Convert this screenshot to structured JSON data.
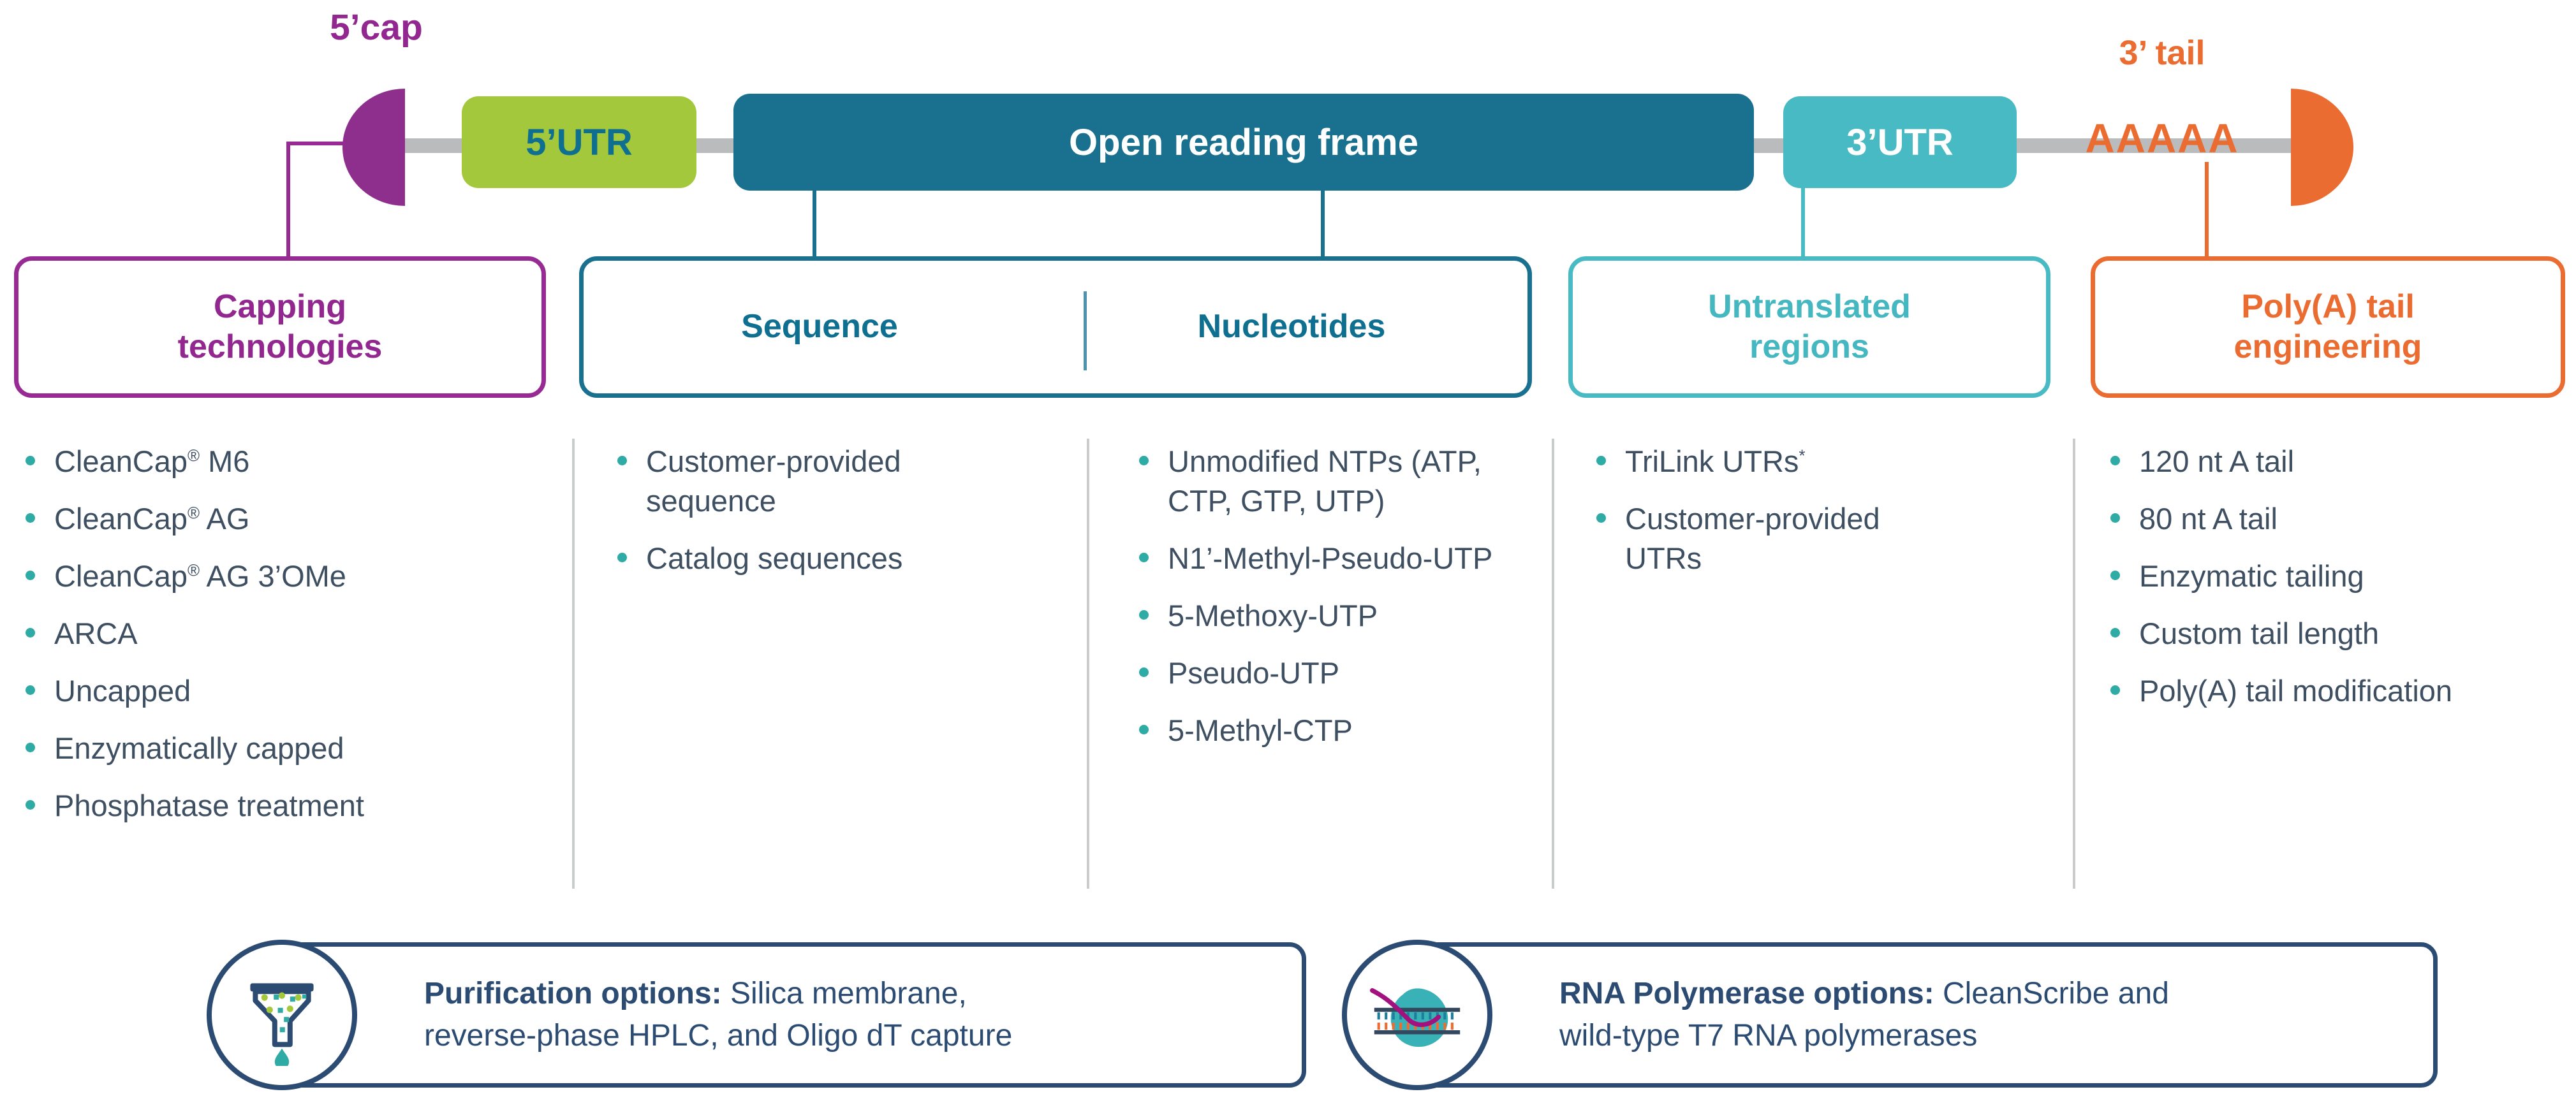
{
  "palette": {
    "purple": "#92278F",
    "green": "#A4C83C",
    "dark_teal": "#19708F",
    "teal": "#48BAC3",
    "orange": "#EB6C31",
    "navy": "#2C4B72",
    "bullet_dot_teal": "#2EABA4",
    "bullet_text_slate": "#3E4F61",
    "strand_gray": "#BABBBD"
  },
  "strand": {
    "cap5_label": "5’cap",
    "utr5_label": "5’UTR",
    "orf_label": "Open reading frame",
    "utr3_label": "3’UTR",
    "tail_label": "3’ tail",
    "polya_seq": "AAAAA"
  },
  "groups": [
    {
      "title": "Capping technologies",
      "color": "#92278F",
      "items": [
        "CleanCap® M6",
        "CleanCap® AG",
        "CleanCap® AG 3’OMe",
        "ARCA",
        "Uncapped",
        "Enzymatically capped",
        "Phosphatase treatment"
      ]
    },
    {
      "title": "Sequence",
      "color": "#0E6F90",
      "items": [
        "Customer-provided sequence",
        "Catalog sequences"
      ]
    },
    {
      "title": "Nucleotides",
      "color": "#0E6F90",
      "items": [
        "Unmodified NTPs (ATP, CTP, GTP, UTP)",
        "N1’-Methyl-Pseudo-UTP",
        "5-Methoxy-UTP",
        "Pseudo-UTP",
        "5-Methyl-CTP"
      ]
    },
    {
      "title": "Untranslated regions",
      "color": "#45B7C1",
      "items": [
        "TriLink UTRs*",
        "Customer-provided UTRs"
      ]
    },
    {
      "title": "Poly(A) tail engineering",
      "color": "#EB6C31",
      "items": [
        "120 nt A tail",
        "80 nt A tail",
        "Enzymatic tailing",
        "Custom tail length",
        "Poly(A) tail modification"
      ]
    }
  ],
  "footers": [
    {
      "icon": "funnel-icon",
      "bold": "Purification options:",
      "rest": " Silica membrane, reverse-phase HPLC, and Oligo dT capture"
    },
    {
      "icon": "rna-polymerase-icon",
      "bold": "RNA Polymerase options:",
      "rest": " CleanScribe and wild-type T7 RNA polymerases"
    }
  ]
}
